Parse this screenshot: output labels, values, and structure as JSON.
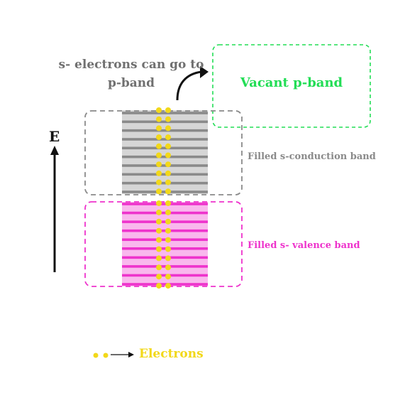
{
  "diagram": {
    "caption_line1": "s- electrons can go to",
    "caption_line2": "p-band",
    "vacant_label": "Vacant p-band",
    "conduction_label": "Filled s-conduction band",
    "valence_label": "Filled  s- valence band",
    "axis_label": "E",
    "legend_label": "Electrons",
    "colors": {
      "conduction": "#8a8a8a",
      "valence": "#ee33cc",
      "vacant": "#22dd55",
      "electron": "#f2d81a",
      "caption": "#707070",
      "axis": "#111111"
    },
    "conduction_lines": 10,
    "valence_lines": 10,
    "electron_columns": 2
  }
}
